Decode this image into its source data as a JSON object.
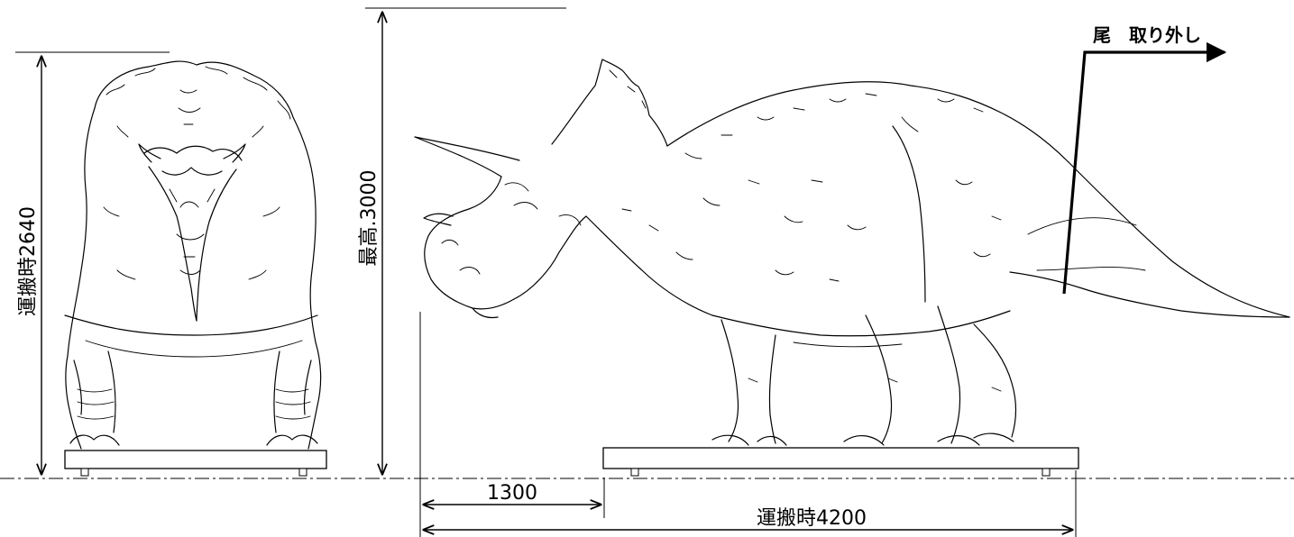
{
  "labels": {
    "front_height": "運搬時2640",
    "max_height": "最高.3000",
    "tail_note": "尾　取り外し",
    "offset": "1300",
    "transport_length": "運搬時4200"
  }
}
